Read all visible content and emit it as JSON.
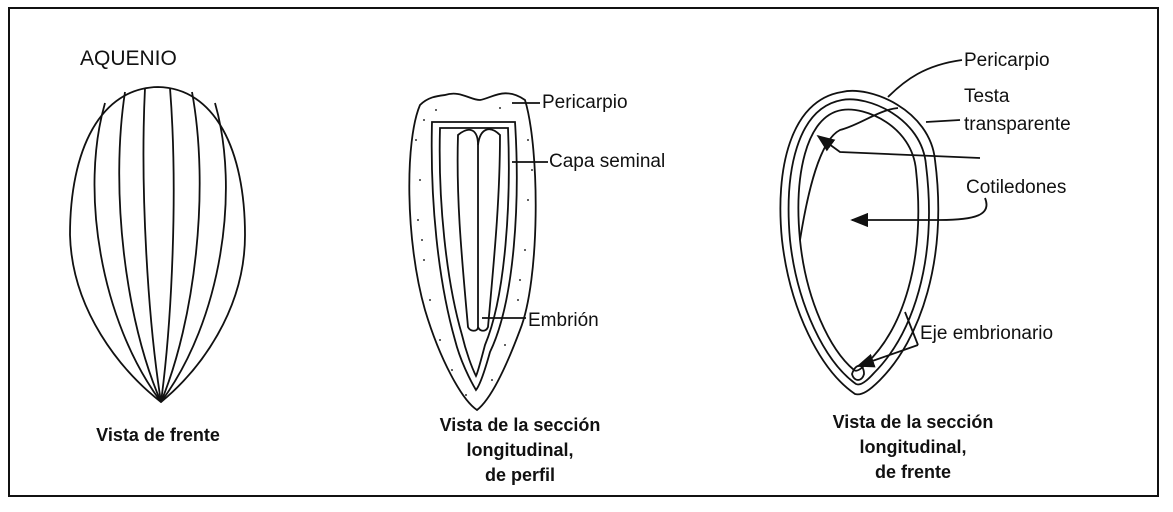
{
  "title": "AQUENIO",
  "figures": [
    {
      "id": "front",
      "caption_lines": [
        "Vista de frente"
      ],
      "labels": []
    },
    {
      "id": "side-section",
      "caption_lines": [
        "Vista de la sección",
        "longitudinal,",
        "de perfil"
      ],
      "labels": [
        "Pericarpio",
        "Capa seminal",
        "Embrión"
      ]
    },
    {
      "id": "front-section",
      "caption_lines": [
        "Vista de la sección",
        "longitudinal,",
        "de frente"
      ],
      "labels": [
        "Pericarpio",
        "Testa",
        "transparente",
        "Cotiledones",
        "Eje embrionario"
      ]
    }
  ],
  "colors": {
    "ink": "#111111",
    "background": "#ffffff"
  }
}
